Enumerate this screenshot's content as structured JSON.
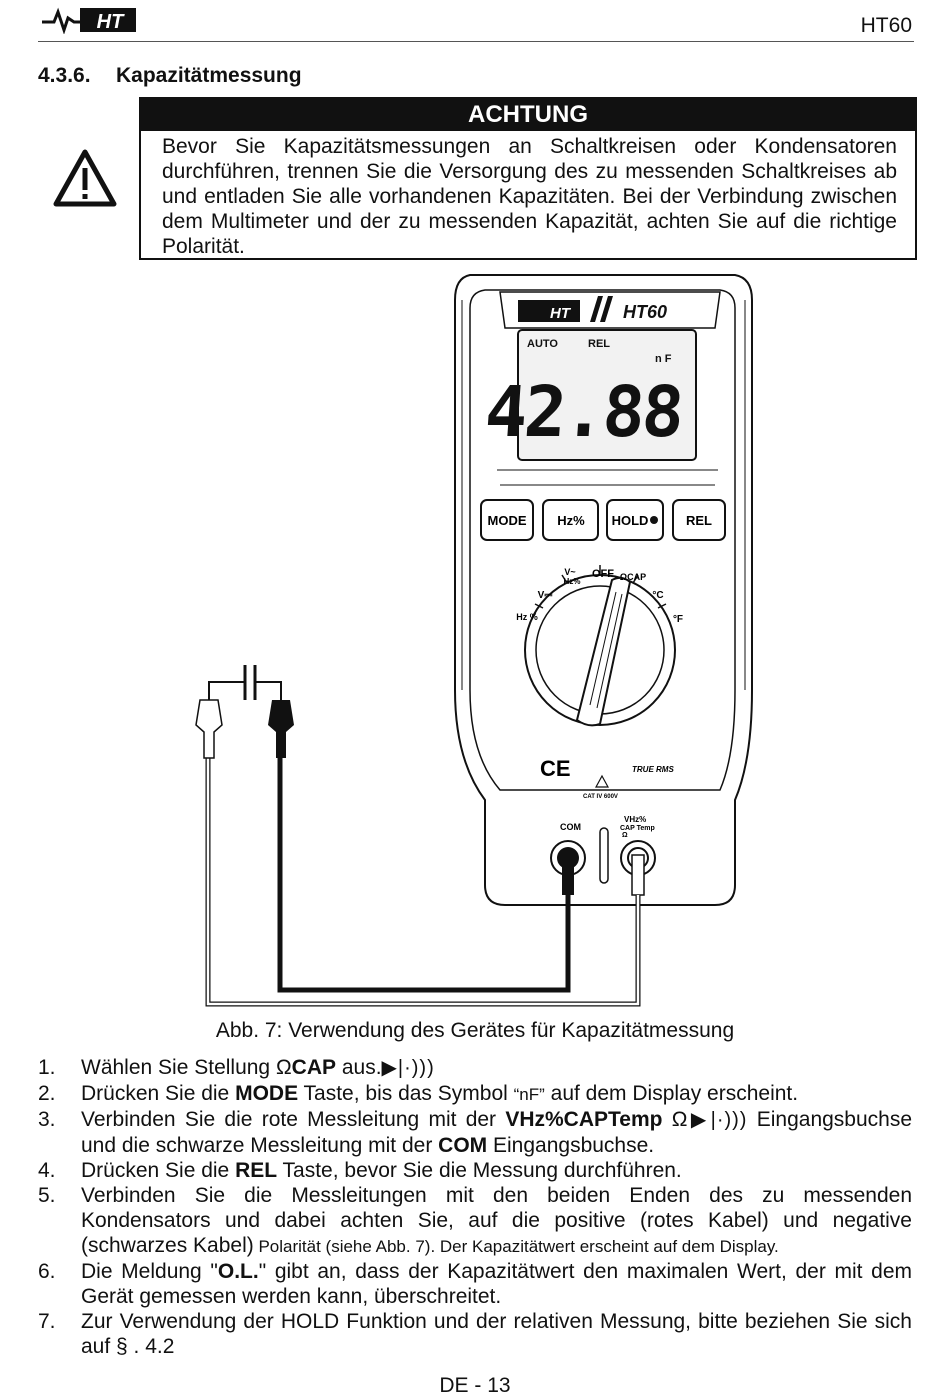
{
  "header": {
    "logo_text": "HT",
    "doc_code": "HT60"
  },
  "section": {
    "number": "4.3.6.",
    "title": "Kapazitätmessung"
  },
  "warning": {
    "heading": "ACHTUNG",
    "text": "Bevor Sie Kapazitätsmessungen an Schaltkreisen oder Kondensatoren durchführen, trennen Sie die Versorgung des zu messenden Schaltkreises ab und entladen Sie alle vorhandenen Kapazitäten. Bei der Verbindung zwischen dem Multimeter und der zu messenden Kapazität, achten Sie auf die richtige Polarität."
  },
  "figure": {
    "device_brand": "HT",
    "device_model": "HT60",
    "display": {
      "auto": "AUTO",
      "rel": "REL",
      "unit": "n F",
      "value": "42.88"
    },
    "buttons": [
      "MODE",
      "Hz%",
      "HOLD",
      "REL"
    ],
    "dial": {
      "off": "OFF",
      "vac": "V~",
      "hz_top": "Hz%",
      "vdc": "V⎓",
      "hz_left": "Hz %",
      "ohm_cap": "ΩCAP",
      "celsius": "°C",
      "fahrenheit": "°F"
    },
    "ce": "CE",
    "true_rms": "TRUE RMS",
    "cat": "CAT IV 600V",
    "com": "COM",
    "input_label_1": "VHz%",
    "input_label_2": "CAP Temp",
    "input_label_3": "Ω"
  },
  "caption": "Abb. 7: Verwendung des Gerätes für Kapazitätmessung",
  "steps": {
    "s1": {
      "n": "1.",
      "a": "Wählen Sie Stellung ",
      "b": "Ω",
      "c": "CAP",
      "d": " aus."
    },
    "s2": {
      "n": "2.",
      "a": "Drücken Sie die ",
      "b": "MODE",
      "c": " Taste, bis das Symbol ",
      "d": "“nF”",
      "e": " auf dem Display erscheint."
    },
    "s3": {
      "n": "3.",
      "a": "Verbinden Sie die rote Messleitung mit der ",
      "b": "VHz%CAPTemp",
      "c": " Eingangsbuchse und die schwarze Messleitung mit der ",
      "d": "COM",
      "e": " Eingangsbuchse."
    },
    "s4": {
      "n": "4.",
      "a": "Drücken Sie die ",
      "b": "REL",
      "c": " Taste, bevor Sie die Messung durchführen."
    },
    "s5": {
      "n": "5.",
      "a": "Verbinden Sie die Messleitungen mit den beiden Enden des zu messenden Kondensators und dabei achten Sie, auf die positive (rotes Kabel) und negative (schwarzes Kabel)",
      "b": " Polarität (siehe Abb. 7). Der Kapazitätwert erscheint auf dem Display."
    },
    "s6": {
      "n": "6.",
      "a": "Die Meldung \"",
      "b": "O.L.",
      "c": "\" gibt an, dass der Kapazitätwert den maximalen Wert, der mit dem Gerät gemessen werden kann, überschreitet."
    },
    "s7": {
      "n": "7.",
      "a": "Zur Verwendung der HOLD Funktion und der relativen Messung, bitte beziehen Sie sich auf § . 4.2"
    },
    "ohm": "Ω"
  },
  "footer": "DE - 13"
}
